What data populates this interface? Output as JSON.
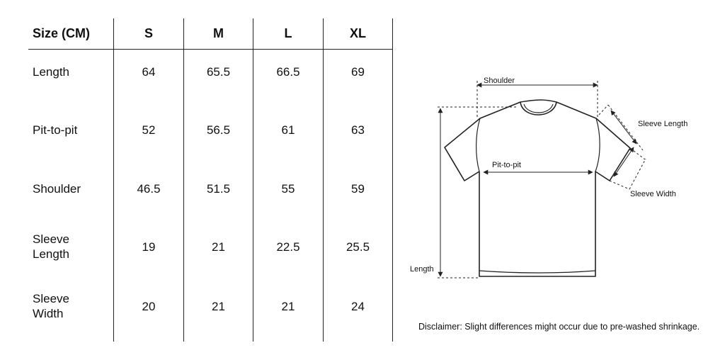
{
  "table": {
    "header": [
      "Size (CM)",
      "S",
      "M",
      "L",
      "XL"
    ],
    "rows": [
      {
        "label": "Length",
        "values": [
          "64",
          "65.5",
          "66.5",
          "69"
        ]
      },
      {
        "label": "Pit-to-pit",
        "values": [
          "52",
          "56.5",
          "61",
          "63"
        ]
      },
      {
        "label": "Shoulder",
        "values": [
          "46.5",
          "51.5",
          "55",
          "59"
        ]
      },
      {
        "label": "Sleeve\nLength",
        "values": [
          "19",
          "21",
          "22.5",
          "25.5"
        ]
      },
      {
        "label": "Sleeve\nWidth",
        "values": [
          "20",
          "21",
          "21",
          "24"
        ]
      }
    ]
  },
  "diagram": {
    "labels": {
      "shoulder": "Shoulder",
      "sleeve_length": "Sleeve Length",
      "pit_to_pit": "Pit-to-pit",
      "sleeve_width": "Sleeve Width",
      "length": "Length"
    }
  },
  "disclaimer": "Disclaimer: Slight differences might occur due to pre-washed shrinkage."
}
